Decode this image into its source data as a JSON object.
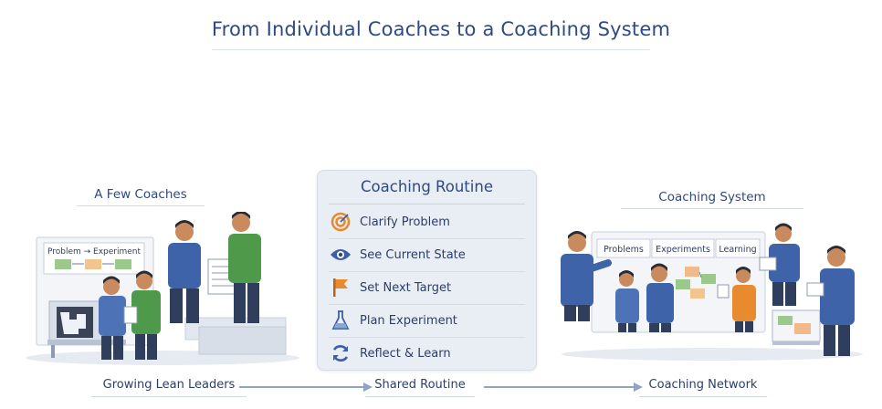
{
  "title": "From Individual Coaches to a Coaching System",
  "left": {
    "label": "A Few Coaches",
    "board_text": "Problem → Experiment"
  },
  "routine": {
    "title": "Coaching Routine",
    "steps": [
      {
        "label": "Clarify Problem",
        "icon": "target-icon",
        "color": "#e8892b"
      },
      {
        "label": "See Current State",
        "icon": "eye-icon",
        "color": "#3b5fa8"
      },
      {
        "label": "Set Next Target",
        "icon": "flag-icon",
        "color": "#ea8a2a"
      },
      {
        "label": "Plan Experiment",
        "icon": "flask-icon",
        "color": "#3b5fa8"
      },
      {
        "label": "Reflect & Learn",
        "icon": "cycle-icon",
        "color": "#3b5fa8"
      }
    ]
  },
  "right": {
    "label": "Coaching System",
    "board_columns": [
      "Problems",
      "Experiments",
      "Learning"
    ]
  },
  "flow": [
    "Growing Lean Leaders",
    "Shared Routine",
    "Coaching Network"
  ],
  "colors": {
    "accent_blue": "#2f4a80",
    "shirt_blue": "#3f63a8",
    "shirt_green": "#4e9a4a",
    "orange": "#e88a2e",
    "panel_bg": "#e9eef5"
  }
}
